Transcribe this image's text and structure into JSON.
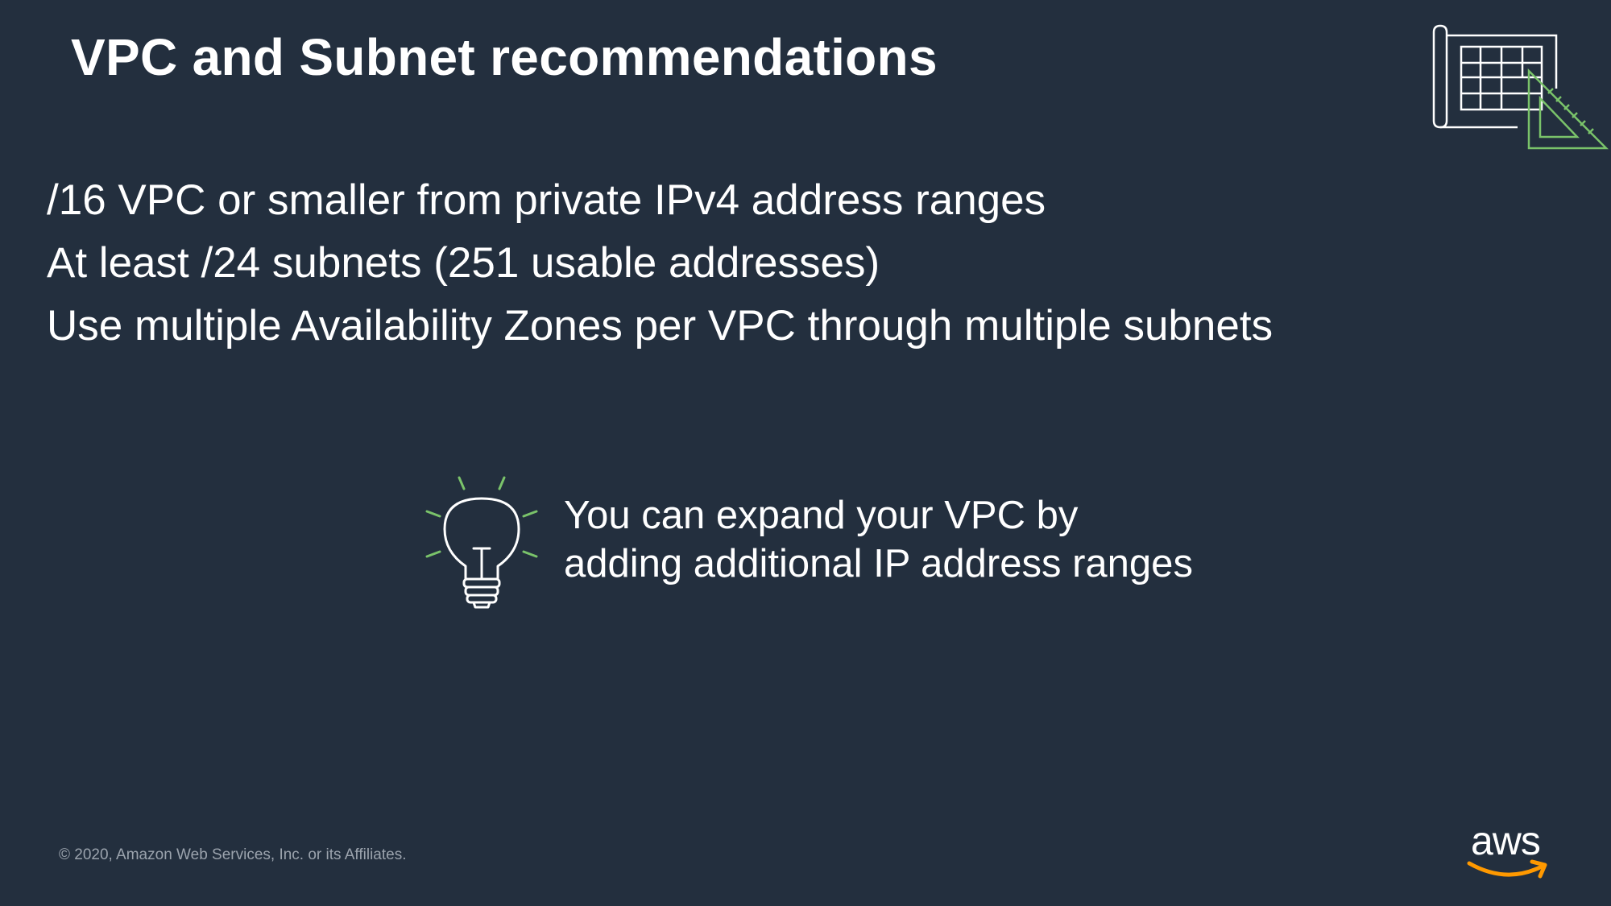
{
  "slide": {
    "title": "VPC and Subnet recommendations",
    "bullets": [
      "/16 VPC or smaller from private IPv4 address ranges",
      "At least /24 subnets (251 usable addresses)",
      "Use multiple Availability Zones per VPC through multiple subnets"
    ],
    "tip": {
      "line1": "You can expand your VPC by",
      "line2": "adding additional IP address ranges"
    },
    "footer": {
      "copyright": "© 2020, Amazon Web Services, Inc. or its Affiliates.",
      "logo_text": "aws"
    }
  },
  "icons": {
    "header_icon": "blueprint-icon",
    "tip_icon": "lightbulb-icon",
    "logo": "aws-logo"
  },
  "colors": {
    "background": "#232f3e",
    "text": "#ffffff",
    "accent_green": "#7ac36a",
    "aws_orange": "#ff9900",
    "footer_text": "#9ba3ad"
  }
}
